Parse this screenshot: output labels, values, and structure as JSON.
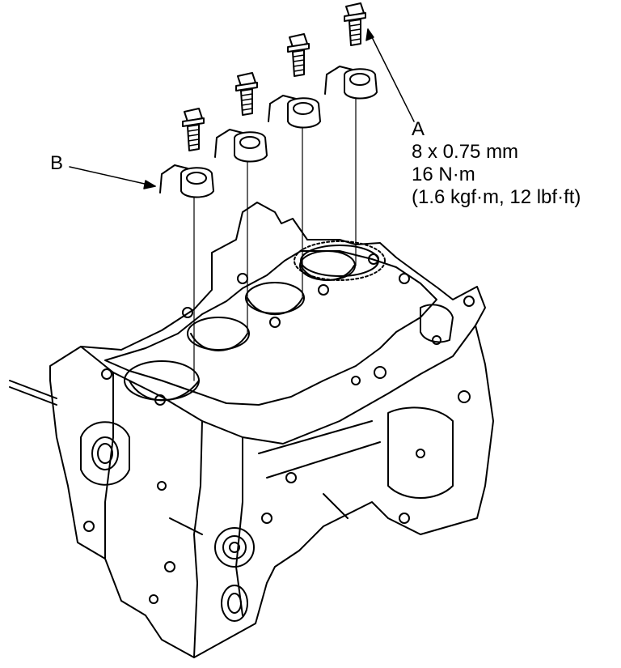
{
  "callouts": {
    "a": {
      "letter": "A",
      "spec_lines": [
        "8 x 0.75 mm",
        "16 N·m",
        "(1.6 kgf·m, 12 lbf·ft)"
      ]
    },
    "b": {
      "letter": "B"
    }
  },
  "parts": {
    "bolt_icon": "bolt-icon",
    "bracket_icon": "bracket-icon",
    "engine_block_icon": "engine-block-icon",
    "cap_count": 4
  },
  "colors": {
    "ink": "#000000",
    "background": "#ffffff"
  }
}
